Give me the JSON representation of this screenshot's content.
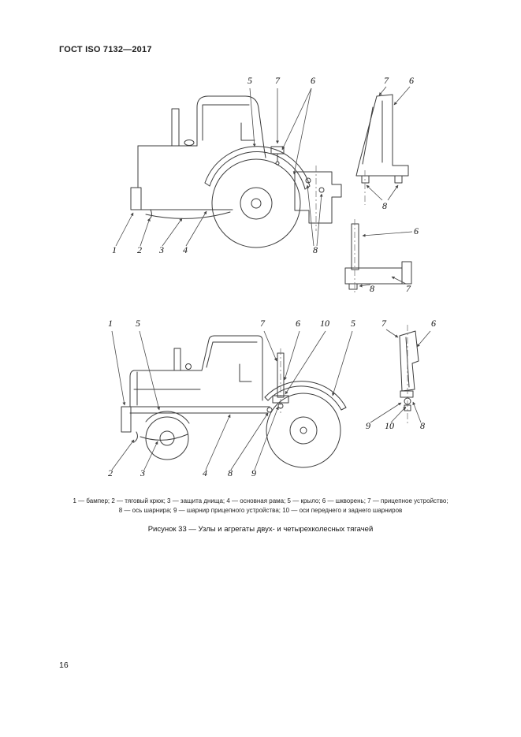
{
  "page": {
    "header": "ГОСТ ISO 7132—2017",
    "page_number": "16"
  },
  "figure": {
    "legend_line1": "1 — бампер; 2 — тяговый крюк; 3 — защита днища; 4 — основная рама; 5 — крыло; 6 — шкворень; 7 — прицепное устройство;",
    "legend_line2": "8 — ось шарнира; 9 — шарнир прицепного устройства; 10 — оси переднего и заднего шарниров",
    "caption": "Рисунок 33 — Узлы и агрегаты двух- и четырехколесных тягачей"
  },
  "figures": {
    "top": {
      "callouts": [
        "5",
        "7",
        "6",
        "1",
        "2",
        "3",
        "4",
        "8",
        "7",
        "6",
        "8",
        "6",
        "8",
        "7"
      ]
    },
    "bottom": {
      "callouts": [
        "1",
        "5",
        "7",
        "6",
        "10",
        "5",
        "7",
        "6",
        "2",
        "3",
        "4",
        "8",
        "9",
        "9",
        "10",
        "8"
      ]
    }
  }
}
